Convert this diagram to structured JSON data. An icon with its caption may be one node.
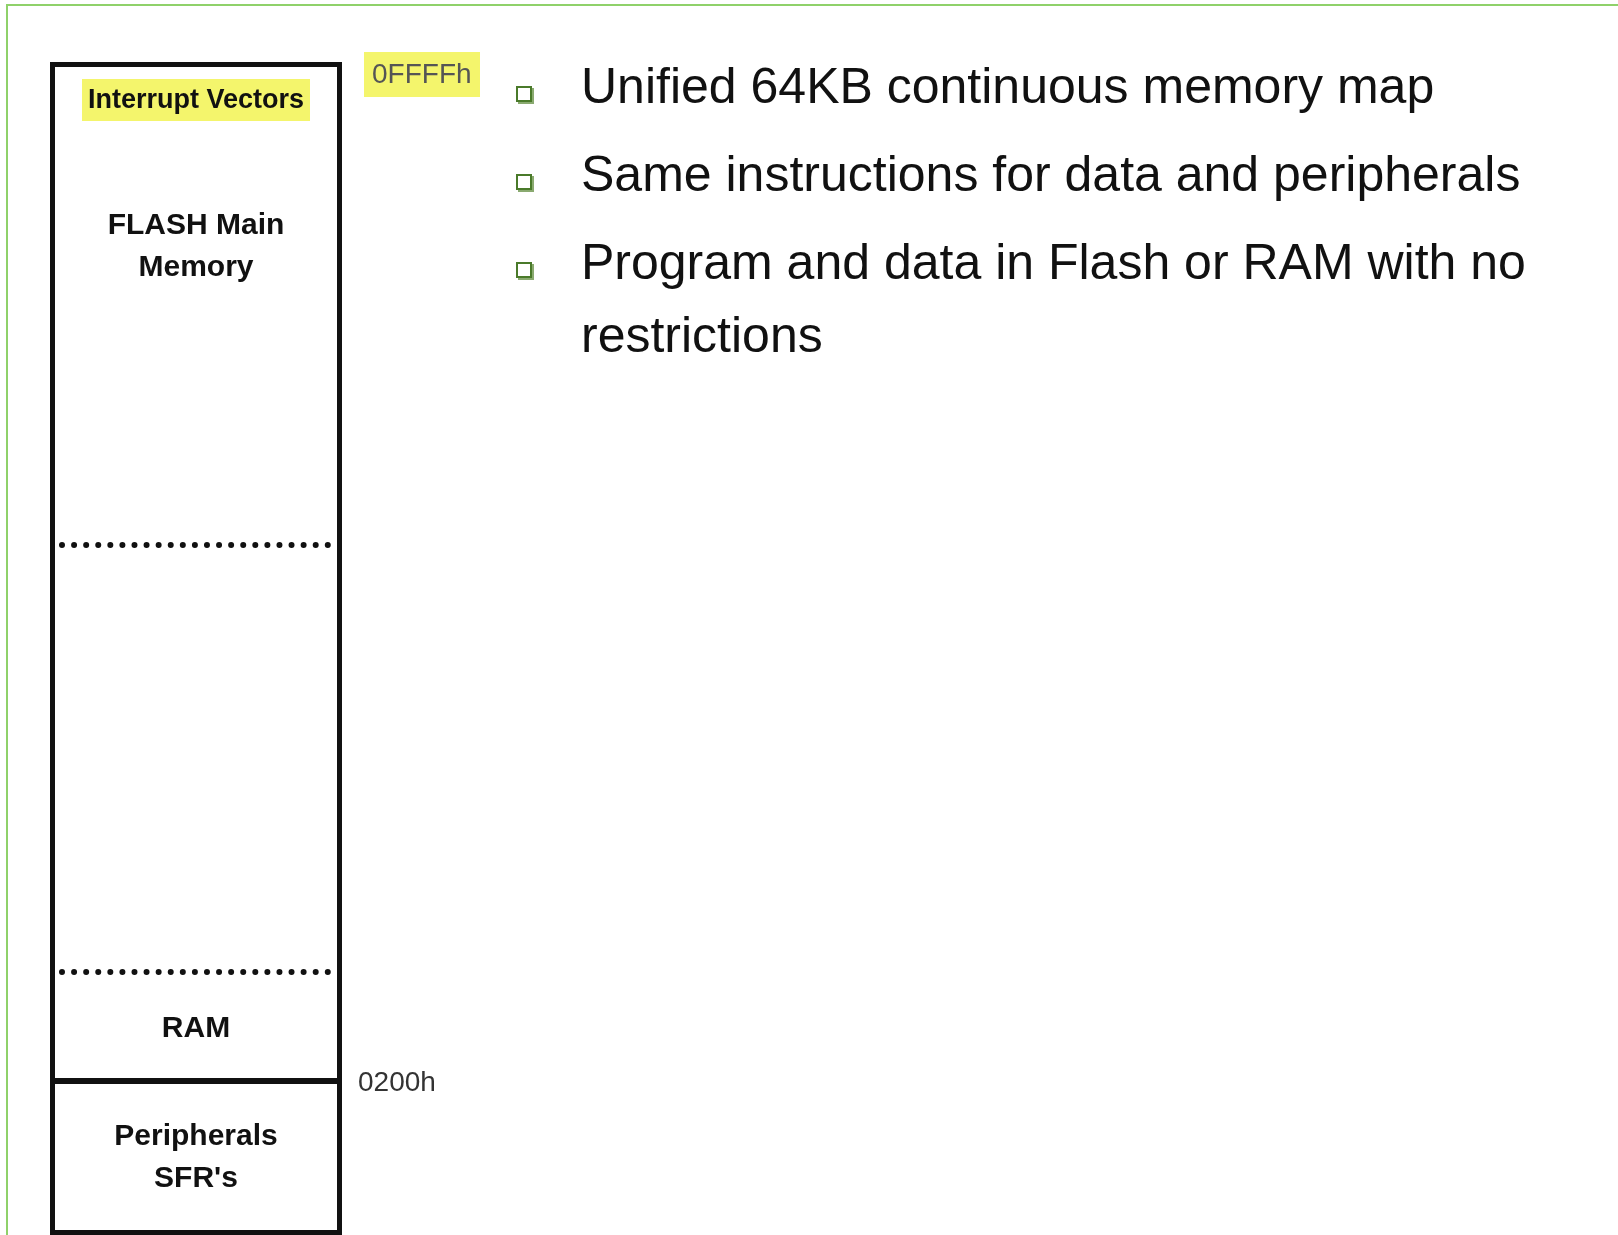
{
  "diagram": {
    "nodes": [
      {
        "text": [],
        "shape": "box"
      },
      {
        "text": [
          "Interrupt Vectors"
        ],
        "in": 0
      },
      {
        "text": [
          "FLASH Main Memory"
        ],
        "in": 0
      },
      {
        "text": [
          "RAM"
        ],
        "in": 0
      },
      {
        "text": [
          "Peripherals SFR's"
        ],
        "in": 0
      }
    ],
    "edges": [],
    "labels": [
      "0FFFFh",
      "Unified 64KB continuous memory map",
      "Same instructions for data and peripherals",
      "Program and data in Flash or RAM with no restrictions",
      "0200h"
    ]
  }
}
